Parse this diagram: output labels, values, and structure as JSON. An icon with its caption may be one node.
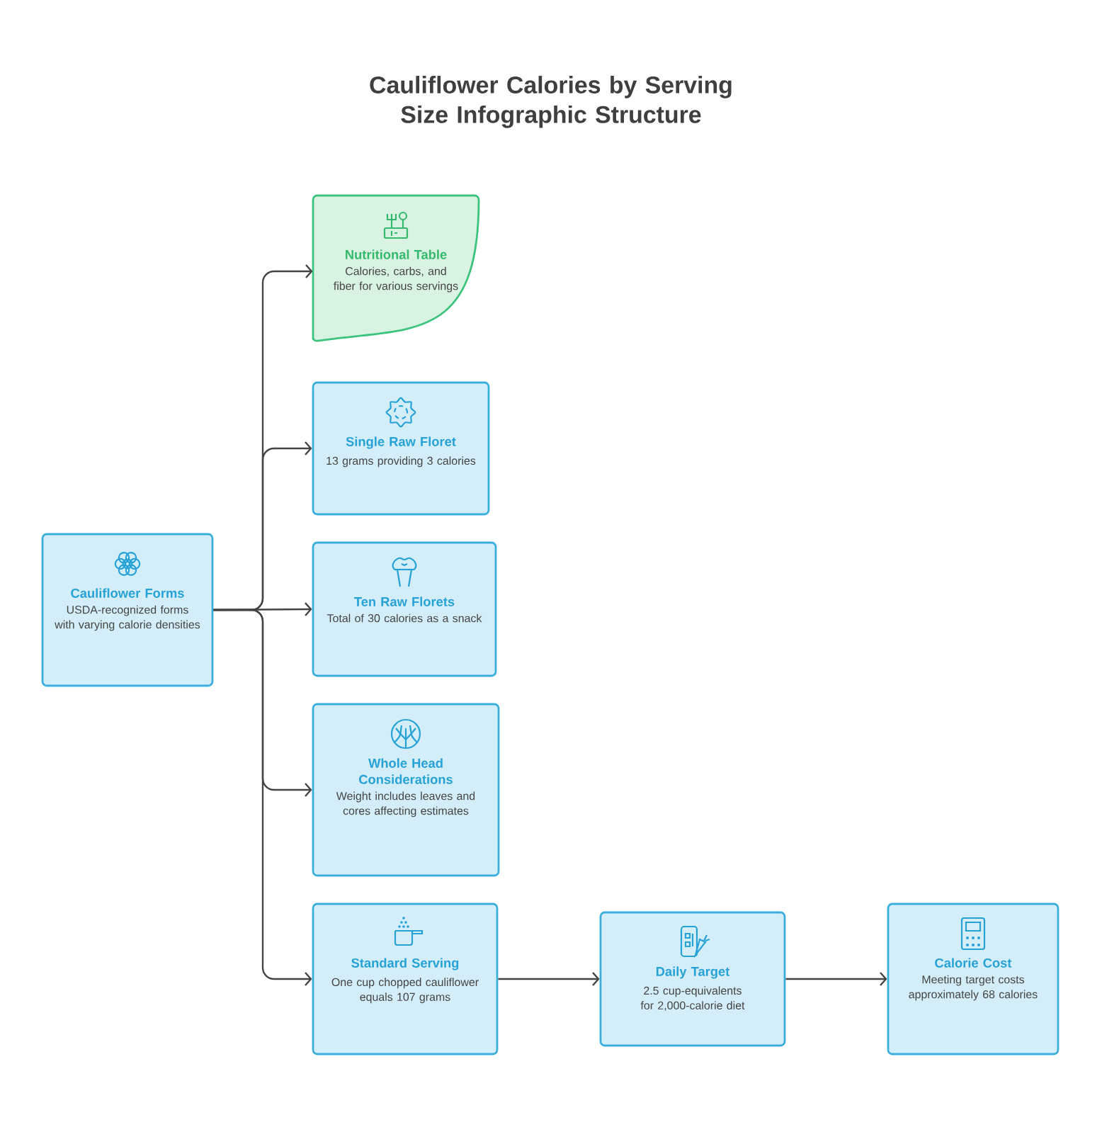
{
  "diagram": {
    "title": "Cauliflower Calories by Serving Size Infographic Structure",
    "nodes": [
      {
        "text": [
          "Cauliflower Forms",
          "USDA-recognized forms with varying calorie densities"
        ]
      },
      {
        "text": [
          "Nutritional Table",
          "Calories, carbs, and fiber for various servings"
        ]
      },
      {
        "text": [
          "Single Raw Floret",
          "13 grams providing 3 calories"
        ]
      },
      {
        "text": [
          "Ten Raw Florets",
          "Total of 30 calories as a snack"
        ]
      },
      {
        "text": [
          "Whole Head Considerations",
          "Weight includes leaves and cores affecting estimates"
        ]
      },
      {
        "text": [
          "Standard Serving",
          "One cup chopped cauliflower equals 107 grams"
        ]
      },
      {
        "text": [
          "Daily Target",
          "2.5 cup-equivalents for 2,000-calorie diet"
        ]
      },
      {
        "text": [
          "Calorie Cost",
          "Meeting target costs approximately 68 calories"
        ]
      }
    ],
    "edges": [
      {
        "from": 0,
        "to": 1,
        "arrow": "to"
      },
      {
        "from": 0,
        "to": 2,
        "arrow": "to"
      },
      {
        "from": 0,
        "to": 3,
        "arrow": "to"
      },
      {
        "from": 0,
        "to": 4,
        "arrow": "to"
      },
      {
        "from": 0,
        "to": 5,
        "arrow": "to"
      },
      {
        "from": 5,
        "to": 6,
        "arrow": "to"
      },
      {
        "from": 6,
        "to": 7,
        "arrow": "to"
      }
    ]
  }
}
